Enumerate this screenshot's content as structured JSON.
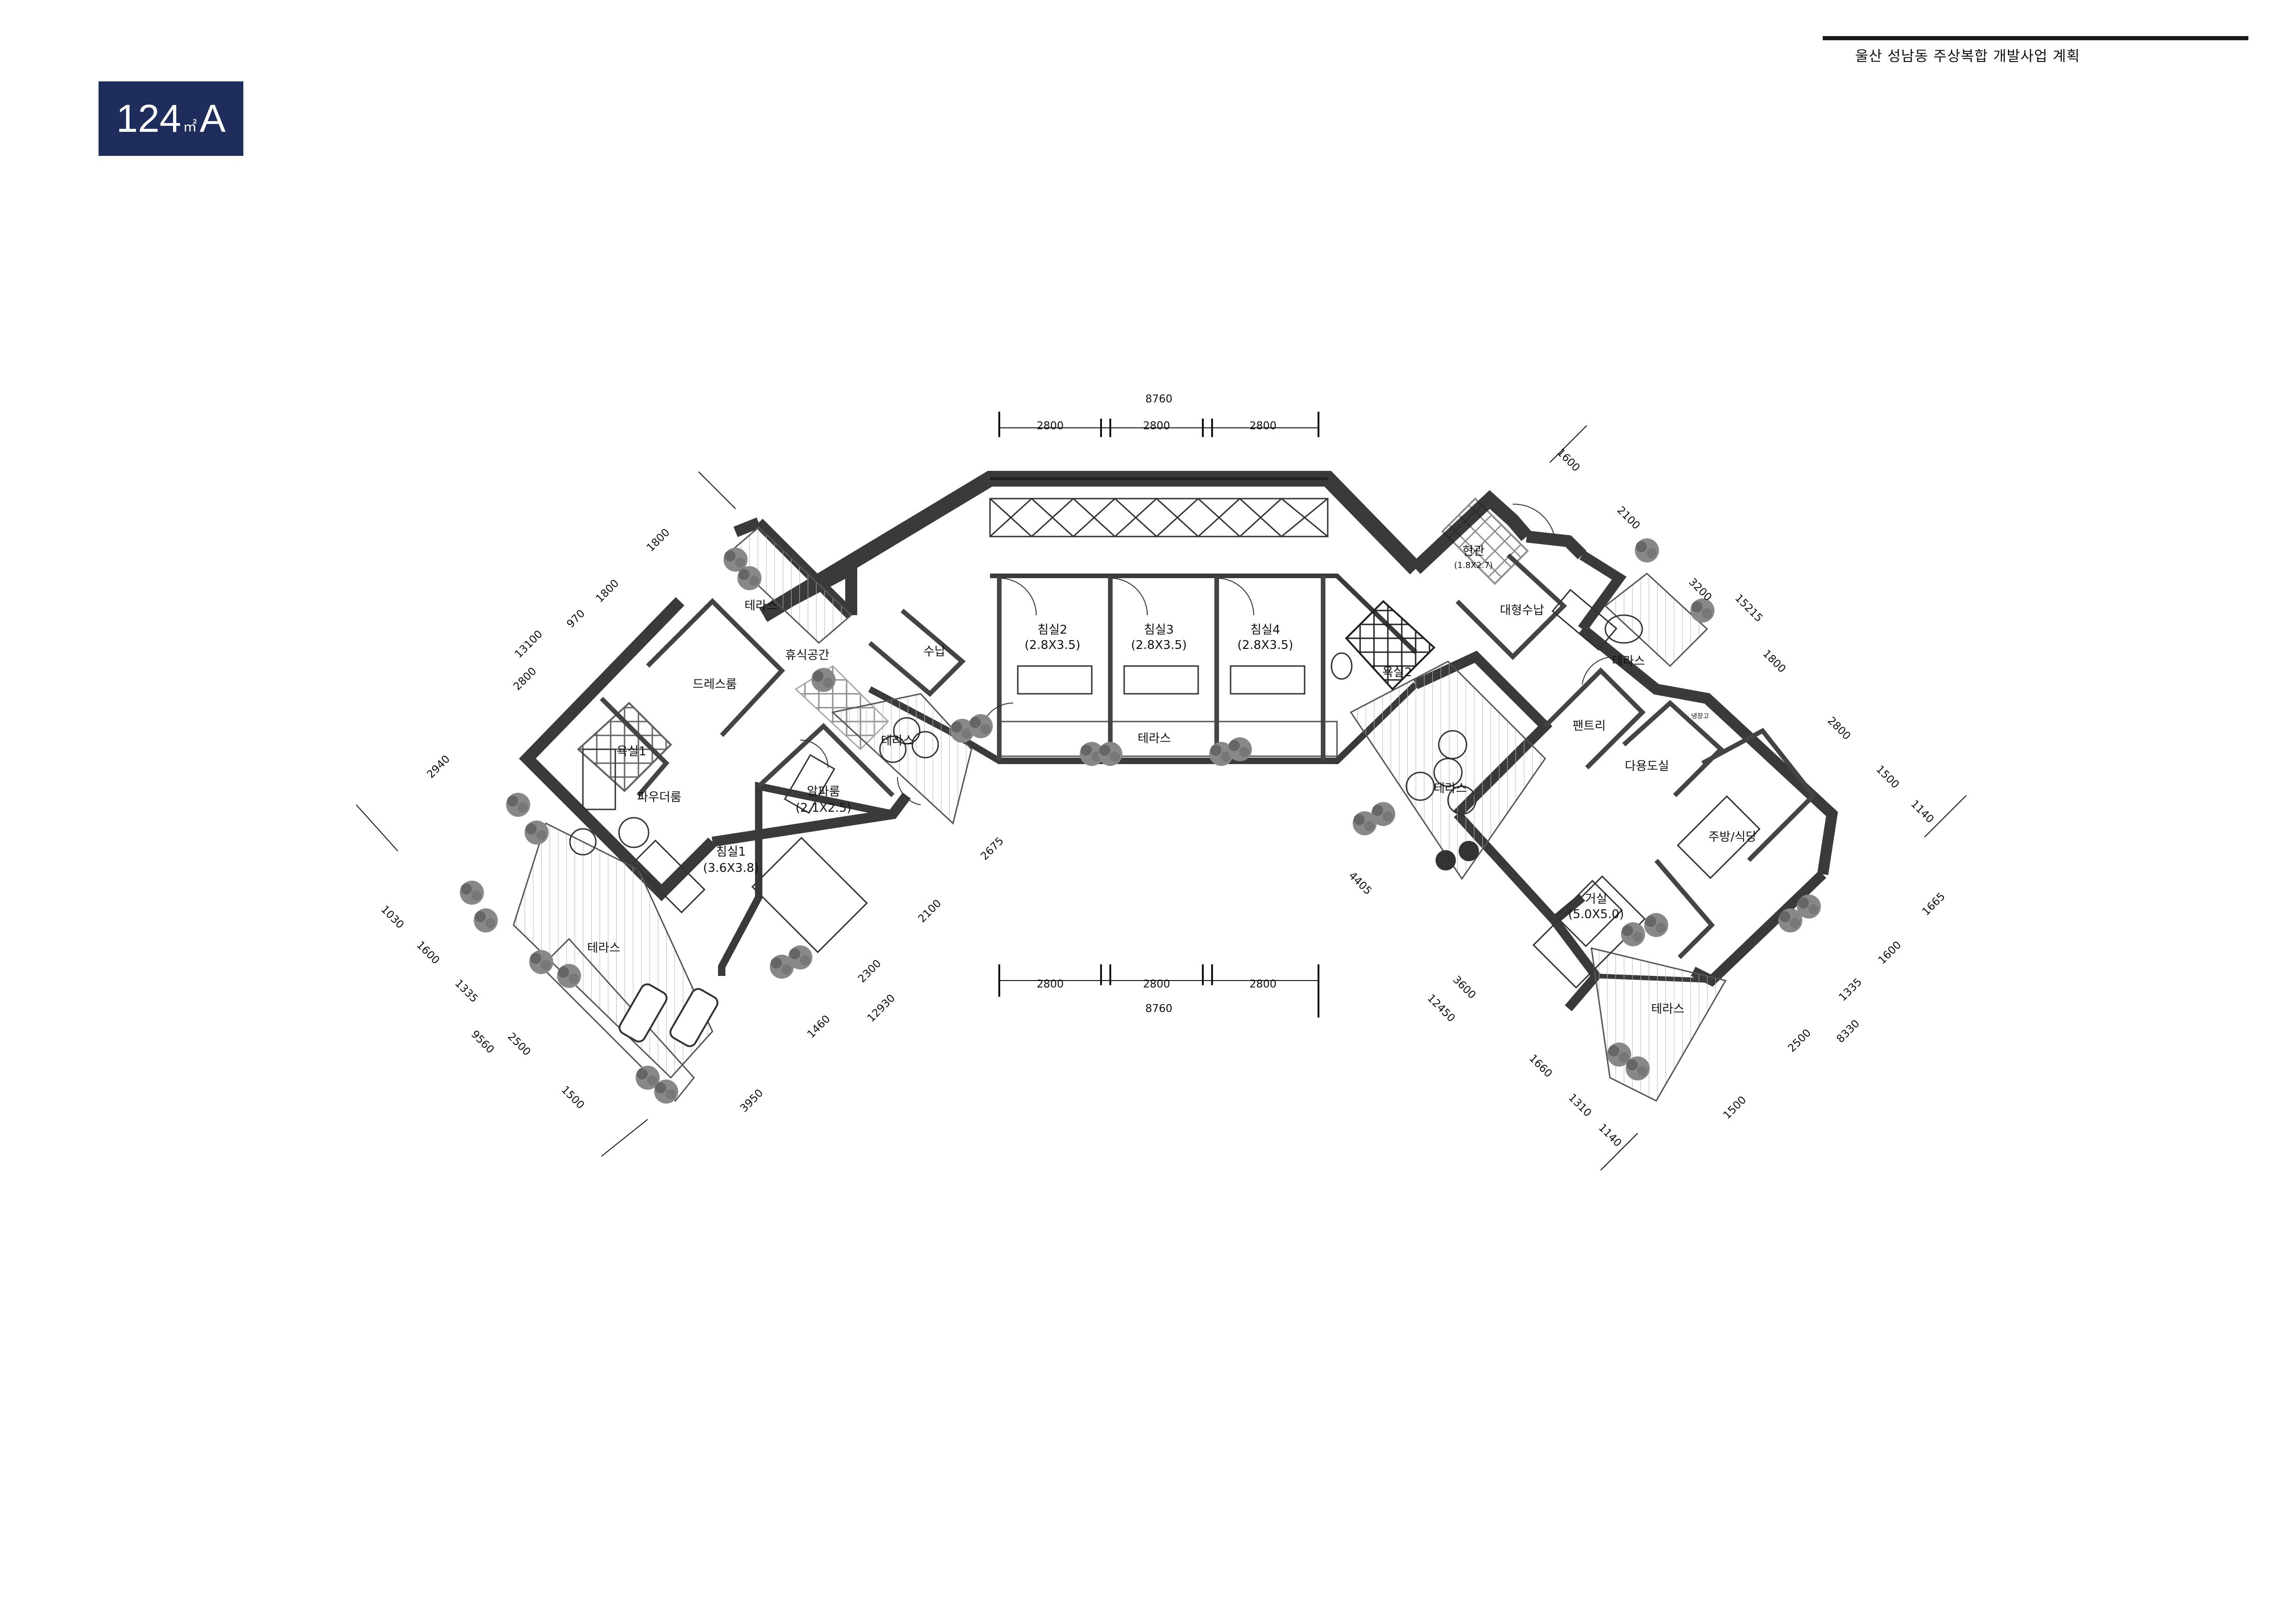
{
  "header": {
    "project_title": "울산 성남동 주상복합 개발사업 계획"
  },
  "unit_badge": {
    "number": "124",
    "unit": "㎡",
    "type": "A"
  },
  "rooms": {
    "terrace_nw": "테라스",
    "rest_space": "휴식공간",
    "dress_room": "드레스룸",
    "bath1": "욕실1",
    "powder_room": "파우더룸",
    "bed1": "침실1",
    "bed1_size": "(3.6X3.8)",
    "alpha_room": "알파룸",
    "alpha_size": "(2.1X2.5)",
    "storage": "수납",
    "terrace_mid_left": "테라스",
    "terrace_sw": "테라스",
    "bed2": "침실2",
    "bed2_size": "(2.8X3.5)",
    "bed3": "침실3",
    "bed3_size": "(2.8X3.5)",
    "bed4": "침실4",
    "bed4_size": "(2.8X3.5)",
    "terrace_center": "테라스",
    "bath2": "욕실2",
    "terrace_mid_right": "테라스",
    "entrance": "현관",
    "entrance_size": "(1.8X2.7)",
    "large_storage": "대형수납",
    "terrace_ne": "테라스",
    "pantry": "팬트리",
    "multi_room": "다용도실",
    "kitchen_dining": "주방/식당",
    "living": "거실",
    "living_size": "(5.0X5.0)",
    "terrace_se": "테라스",
    "fridge": "냉장고"
  },
  "dimensions": {
    "top": [
      "8760",
      "2800",
      "2800",
      "2800"
    ],
    "bottom": [
      "2800",
      "2800",
      "2800",
      "8760"
    ],
    "left_upper": [
      "13100",
      "970",
      "1800",
      "1800",
      "2800",
      "2940"
    ],
    "left_lower": [
      "1030",
      "1600",
      "1335",
      "2500",
      "9560",
      "1500"
    ],
    "center_left": [
      "2675",
      "2100",
      "2300",
      "1460",
      "12930",
      "3950"
    ],
    "right_upper": [
      "1600",
      "2100",
      "3200",
      "15215",
      "1800",
      "2800",
      "1500",
      "1140"
    ],
    "right_lower": [
      "1665",
      "1600",
      "1335",
      "2500",
      "8330",
      "1500"
    ],
    "center_right": [
      "4405",
      "3600",
      "12450",
      "1660",
      "1310",
      "1140"
    ]
  },
  "colors": {
    "badge": "#1f2d5c",
    "wall": "#3a3a3a"
  }
}
